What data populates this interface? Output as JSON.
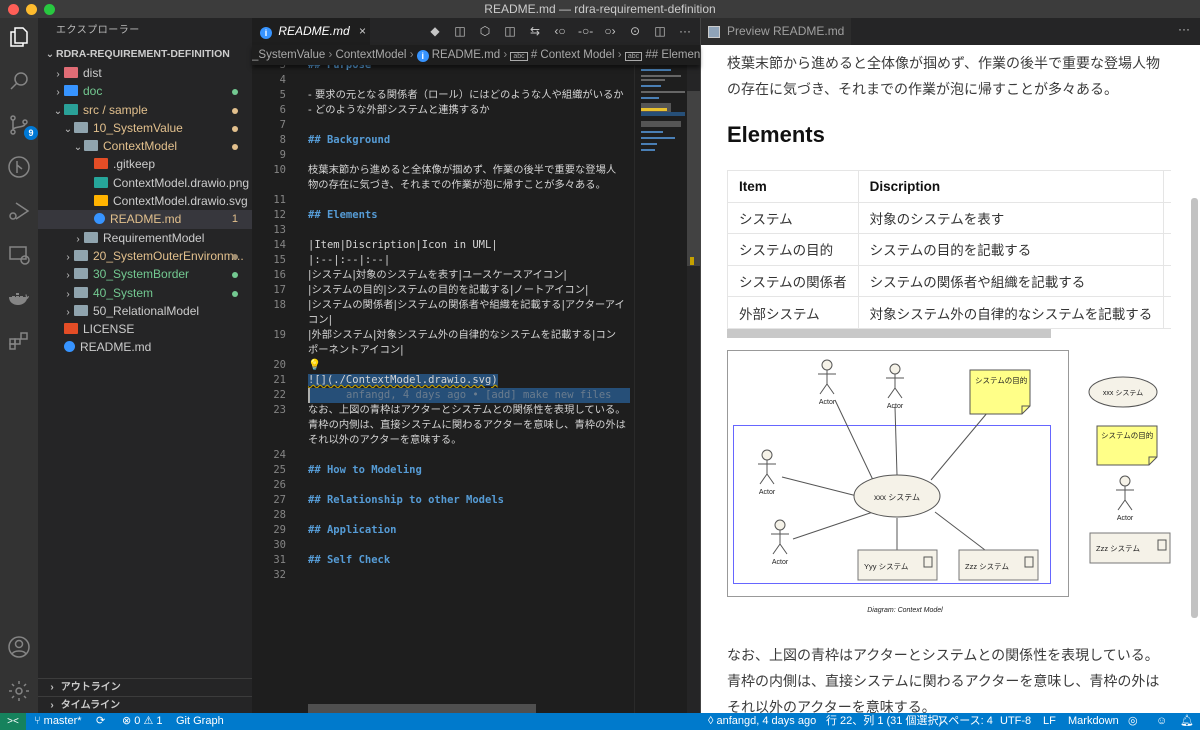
{
  "window": {
    "title": "README.md — rdra-requirement-definition",
    "traffic_lights": [
      "#ff5f57",
      "#febc2e",
      "#28c840"
    ]
  },
  "activity_bar": {
    "items": [
      {
        "name": "explorer-icon",
        "active": true
      },
      {
        "name": "search-icon"
      },
      {
        "name": "source-control-icon",
        "badge": "9"
      },
      {
        "name": "git-graph-icon"
      },
      {
        "name": "run-debug-icon"
      },
      {
        "name": "remote-explorer-icon"
      },
      {
        "name": "docker-icon"
      },
      {
        "name": "extensions-icon"
      }
    ],
    "bottom": [
      {
        "name": "account-icon"
      },
      {
        "name": "settings-gear-icon"
      }
    ]
  },
  "sidebar": {
    "title": "エクスプローラー",
    "root": "RDRA-REQUIREMENT-DEFINITION",
    "tree": [
      {
        "label": "dist",
        "depth": 0,
        "chevron": ">",
        "icon": "folder",
        "color": "#cccccc",
        "icon_color": "#e06c75"
      },
      {
        "label": "doc",
        "depth": 0,
        "chevron": ">",
        "icon": "folder",
        "color": "#73c991",
        "icon_color": "#3794ff",
        "dot": "#73c991"
      },
      {
        "label": "src / sample",
        "depth": 0,
        "chevron": "v",
        "icon": "folder",
        "color": "#e2c08d",
        "icon_color": "#2aa198",
        "dot": "#e2c08d"
      },
      {
        "label": "10_SystemValue",
        "depth": 1,
        "chevron": "v",
        "icon": "folder-open",
        "color": "#e2c08d",
        "icon_color": "#90a4ae",
        "dot": "#e2c08d"
      },
      {
        "label": "ContextModel",
        "depth": 2,
        "chevron": "v",
        "icon": "folder-open",
        "color": "#e2c08d",
        "icon_color": "#90a4ae",
        "dot": "#e2c08d"
      },
      {
        "label": ".gitkeep",
        "depth": 3,
        "chevron": "",
        "icon": "git",
        "color": "#cccccc",
        "icon_color": "#e44d26"
      },
      {
        "label": "ContextModel.drawio.png",
        "depth": 3,
        "chevron": "",
        "icon": "image",
        "color": "#cccccc",
        "icon_color": "#26a69a"
      },
      {
        "label": "ContextModel.drawio.svg",
        "depth": 3,
        "chevron": "",
        "icon": "svg",
        "color": "#cccccc",
        "icon_color": "#ffb300"
      },
      {
        "label": "README.md",
        "depth": 3,
        "chevron": "",
        "icon": "info",
        "color": "#e2c08d",
        "icon_color": "#3794ff",
        "count": "1",
        "selected": true
      },
      {
        "label": "RequirementModel",
        "depth": 2,
        "chevron": ">",
        "icon": "folder",
        "color": "#cccccc",
        "icon_color": "#90a4ae"
      },
      {
        "label": "20_SystemOuterEnvironm...",
        "depth": 1,
        "chevron": ">",
        "icon": "folder",
        "color": "#e2c08d",
        "icon_color": "#90a4ae",
        "dot": "#a08e72"
      },
      {
        "label": "30_SystemBorder",
        "depth": 1,
        "chevron": ">",
        "icon": "folder",
        "color": "#73c991",
        "icon_color": "#90a4ae",
        "dot": "#73c991"
      },
      {
        "label": "40_System",
        "depth": 1,
        "chevron": ">",
        "icon": "folder",
        "color": "#73c991",
        "icon_color": "#90a4ae",
        "dot": "#73c991"
      },
      {
        "label": "50_RelationalModel",
        "depth": 1,
        "chevron": ">",
        "icon": "folder",
        "color": "#cccccc",
        "icon_color": "#90a4ae"
      },
      {
        "label": "LICENSE",
        "depth": 0,
        "chevron": "",
        "icon": "license",
        "color": "#cccccc",
        "icon_color": "#e44d26"
      },
      {
        "label": "README.md",
        "depth": 0,
        "chevron": "",
        "icon": "info",
        "color": "#cccccc",
        "icon_color": "#3794ff"
      }
    ],
    "sections": [
      {
        "label": "アウトライン"
      },
      {
        "label": "タイムライン"
      }
    ]
  },
  "editor": {
    "tab": {
      "label": "README.md",
      "close": "×"
    },
    "actions": [
      "◆",
      "◫",
      "⬡",
      "◫",
      "⇆",
      "‹○",
      "-○-",
      "○›",
      "⊙",
      "◫",
      "···"
    ],
    "breadcrumb": [
      "_SystemValue",
      "ContextModel",
      "README.md",
      "# Context Model",
      "## Elements"
    ],
    "lines": [
      {
        "n": "3",
        "text": "## Purpose",
        "type": "h2",
        "rows": 1,
        "partial": true
      },
      {
        "n": "4",
        "text": "",
        "rows": 1
      },
      {
        "n": "5",
        "text": "- 要求の元となる関係者（ロール）にはどのような人や組織がいるか",
        "type": "li",
        "rows": 1
      },
      {
        "n": "6",
        "text": "- どのような外部システムと連携するか",
        "type": "li",
        "rows": 1
      },
      {
        "n": "7",
        "text": "",
        "rows": 1
      },
      {
        "n": "8",
        "text": "## Background",
        "type": "h2",
        "rows": 1
      },
      {
        "n": "9",
        "text": "",
        "rows": 1
      },
      {
        "n": "10",
        "text": "枝葉末節から進めると全体像が掴めず、作業の後半で重要な登場人物の存在に気づき、それまでの作業が泡に帰すことが多々ある。",
        "type": "jp",
        "rows": 2
      },
      {
        "n": "11",
        "text": "",
        "rows": 1
      },
      {
        "n": "12",
        "text": "## Elements",
        "type": "h2",
        "rows": 1
      },
      {
        "n": "13",
        "text": "",
        "rows": 1
      },
      {
        "n": "14",
        "text": "|Item|Discription|Icon in UML|",
        "rows": 1
      },
      {
        "n": "15",
        "text": "|:--|:--|:--|",
        "rows": 1
      },
      {
        "n": "16",
        "text": "|システム|対象のシステムを表す|ユースケースアイコン|",
        "rows": 1
      },
      {
        "n": "17",
        "text": "|システムの目的|システムの目的を記載する|ノートアイコン|",
        "rows": 1
      },
      {
        "n": "18",
        "text": "|システムの関係者|システムの関係者や組織を記載する|アクターアイコン|",
        "rows": 2
      },
      {
        "n": "19",
        "text": "|外部システム|対象システム外の自律的なシステムを記載する|コンポーネントアイコン|",
        "rows": 2
      },
      {
        "n": "20",
        "text": "💡",
        "type": "bulb",
        "rows": 1
      },
      {
        "n": "21",
        "text": "![](./ContextModel.drawio.svg)",
        "type": "selected",
        "rows": 1
      },
      {
        "n": "22",
        "text": "anfangd, 4 days ago • [add] make new files",
        "type": "blame",
        "rows": 1
      },
      {
        "n": "23",
        "text": "なお、上図の青枠はアクターとシステムとの関係性を表現している。青枠の内側は、直接システムに関わるアクターを意味し、青枠の外はそれ以外のアクターを意味する。",
        "type": "jp",
        "rows": 3
      },
      {
        "n": "24",
        "text": "",
        "rows": 1
      },
      {
        "n": "25",
        "text": "## How to Modeling",
        "type": "h2",
        "rows": 1
      },
      {
        "n": "26",
        "text": "",
        "rows": 1
      },
      {
        "n": "27",
        "text": "## Relationship to other Models",
        "type": "h2",
        "rows": 1
      },
      {
        "n": "28",
        "text": "",
        "rows": 1
      },
      {
        "n": "29",
        "text": "## Application",
        "type": "h2",
        "rows": 1
      },
      {
        "n": "30",
        "text": "",
        "rows": 1
      },
      {
        "n": "31",
        "text": "## Self Check",
        "type": "h2",
        "rows": 1
      },
      {
        "n": "32",
        "text": "",
        "rows": 1
      }
    ]
  },
  "preview": {
    "tab": {
      "label": "Preview README.md",
      "close": "×",
      "more": "···"
    },
    "intro": "枝葉末節から進めると全体像が掴めず、作業の後半で重要な登場人物の存在に気づき、それまでの作業が泡に帰すことが多々ある。",
    "heading": "Elements",
    "table": {
      "headers": [
        "Item",
        "Discription"
      ],
      "rows": [
        [
          "システム",
          "対象のシステムを表す"
        ],
        [
          "システムの目的",
          "システムの目的を記載する"
        ],
        [
          "システムの関係者",
          "システムの関係者や組織を記載する"
        ],
        [
          "外部システム",
          "対象システム外の自律的なシステムを記載する"
        ]
      ]
    },
    "diagram": {
      "actor_label": "Actor",
      "system": "xxx システム",
      "note": "システムの目的",
      "component_yyy": "Yyy システム",
      "component_zzz": "Zzz システム",
      "caption": "Diagram: Context Model",
      "border_color": "#6666ff"
    },
    "outro": "なお、上図の青枠はアクターとシステムとの関係性を表現している。青枠の内側は、直接システムに関わるアクターを意味し、青枠の外はそれ以外のアクターを意味する。"
  },
  "statusbar": {
    "remote": "><",
    "branch": "master*",
    "sync": "⟳",
    "errors": "0",
    "warnings": "1",
    "git_graph": "Git Graph",
    "blame": "anfangd, 4 days ago",
    "position": "行 22、列 1 (31 個選択)",
    "spaces": "スペース: 4",
    "encoding": "UTF-8",
    "eol": "LF",
    "language": "Markdown"
  }
}
